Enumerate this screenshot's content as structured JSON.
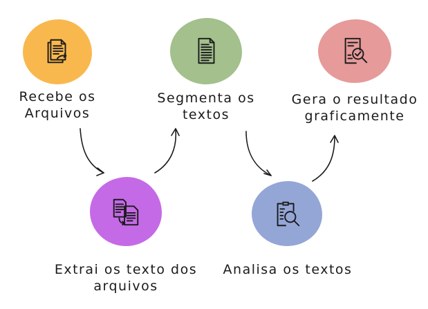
{
  "steps": [
    {
      "id": "receive",
      "lines": [
        "Recebe os",
        "Arquivos"
      ],
      "color": "#f9b84e",
      "icon": "document-arrow-icon"
    },
    {
      "id": "segment",
      "lines": [
        "Segmenta os",
        "textos"
      ],
      "color": "#a3c08d",
      "icon": "document-lines-icon"
    },
    {
      "id": "result",
      "lines": [
        "Gera o resultado",
        "graficamente"
      ],
      "color": "#e69a9a",
      "icon": "report-magnifier-check-icon"
    },
    {
      "id": "extract",
      "lines": [
        "Extrai os texto dos",
        "arquivos"
      ],
      "color": "#c56ae6",
      "icon": "documents-transfer-icon"
    },
    {
      "id": "analyze",
      "lines": [
        "Analisa os textos"
      ],
      "color": "#94a6d6",
      "icon": "clipboard-magnifier-icon"
    }
  ]
}
